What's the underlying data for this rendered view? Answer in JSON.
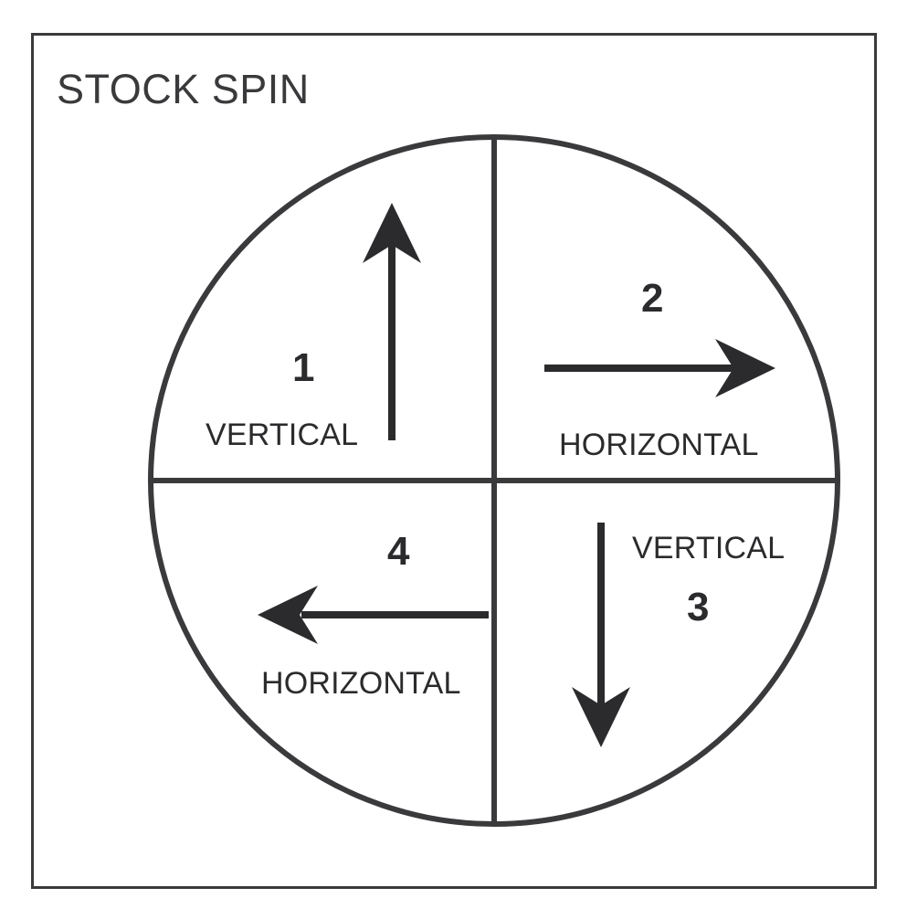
{
  "diagram": {
    "title": "STOCK SPIN",
    "colors": {
      "stroke": "#3a3a3c",
      "text": "#2b2b2d",
      "background": "#ffffff"
    },
    "quadrants": [
      {
        "number": "1",
        "label": "VERTICAL",
        "arrow": "arrow-up",
        "position": "top-left"
      },
      {
        "number": "2",
        "label": "HORIZONTAL",
        "arrow": "arrow-right",
        "position": "top-right"
      },
      {
        "number": "3",
        "label": "VERTICAL",
        "arrow": "arrow-down",
        "position": "bottom-right"
      },
      {
        "number": "4",
        "label": "HORIZONTAL",
        "arrow": "arrow-left",
        "position": "bottom-left"
      }
    ]
  }
}
